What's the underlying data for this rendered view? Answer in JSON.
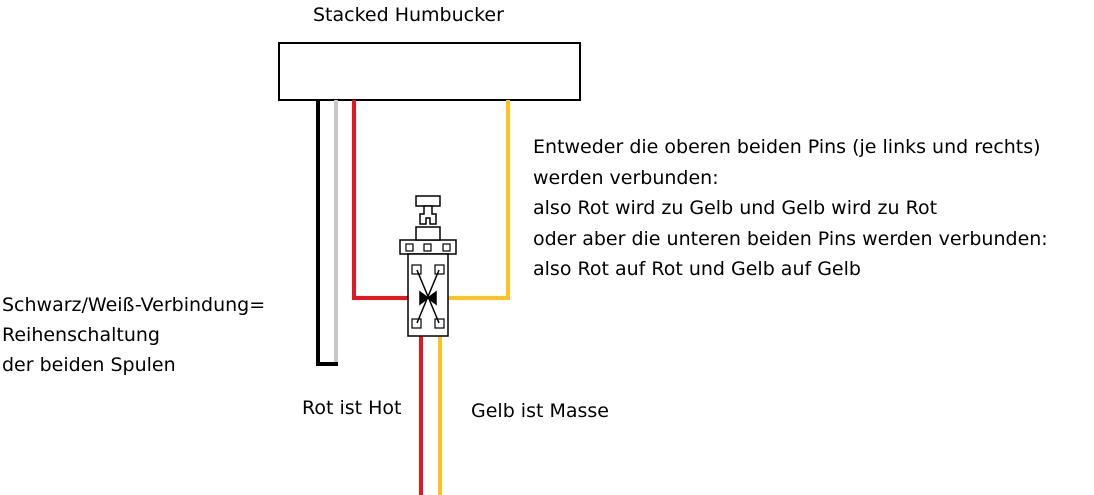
{
  "title": "Stacked Humbucker",
  "note": {
    "lines": [
      "Entweder die oberen beiden Pins (je links und rechts)",
      "werden verbunden:",
      "also Rot wird zu Gelb und Gelb wird zu Rot",
      "oder aber die unteren beiden Pins werden verbunden:",
      "also Rot auf Rot und Gelb auf Gelb"
    ]
  },
  "series_label": {
    "lines": [
      "Schwarz/Weiß-Verbindung=",
      "Reihenschaltung",
      "der beiden Spulen"
    ]
  },
  "hot_label": "Rot ist Hot",
  "ground_label": "Gelb ist Masse",
  "colors": {
    "black_wire": "#000000",
    "white_wire": "#c8c8c8",
    "red_wire": "#e8141e",
    "yellow_wire": "#ffc21f",
    "outline": "#000000"
  }
}
